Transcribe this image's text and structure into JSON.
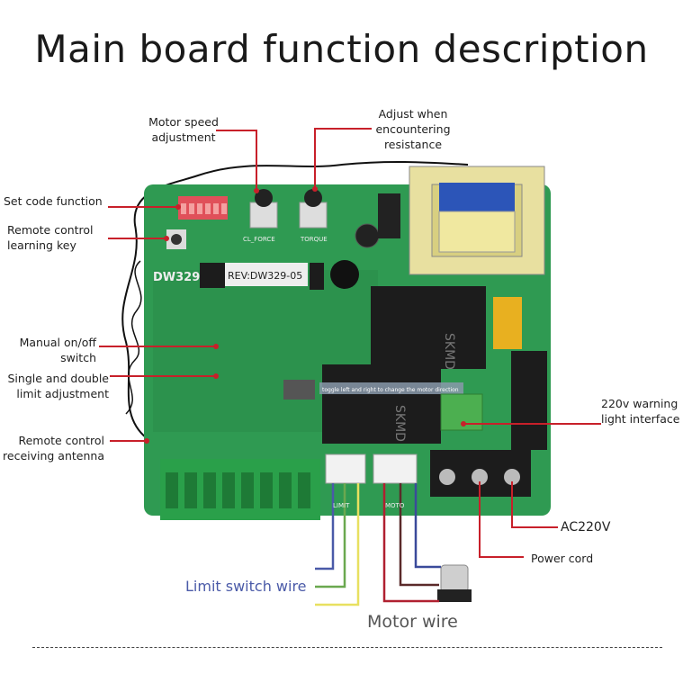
{
  "title": "Main board function description",
  "labels": {
    "motor_speed": "Motor speed\nadjustment",
    "adjust_resistance": "Adjust when\nencountering\nresistance",
    "set_code": "Set code function",
    "remote_learning": "Remote control\nlearning key",
    "manual_switch": "Manual on/off\nswitch",
    "limit_adjust": "Single and double\nlimit adjustment",
    "antenna": "Remote control\nreceiving antenna",
    "warning_light": "220v warning\nlight interface",
    "ac220": "AC220V",
    "power_cord": "Power cord",
    "limit_wire": "Limit switch wire",
    "motor_wire": "Motor wire"
  },
  "board_text": {
    "model": "DW329",
    "rev": "REV:DW329-05",
    "cl_force": "CL_FORCE",
    "torque": "TORQUE",
    "toggle_note": "toggle left and right to change the motor direction",
    "limit": "LIMIT",
    "moto": "MOTO",
    "relay": "SKMD"
  },
  "colors": {
    "board": "#2f9a52",
    "pointer": "#c8202a",
    "limit_wire": "#4a5aa8",
    "motor_wire": "#b02030",
    "wire_yellow": "#e8e060",
    "wire_green": "#6aa84f"
  }
}
